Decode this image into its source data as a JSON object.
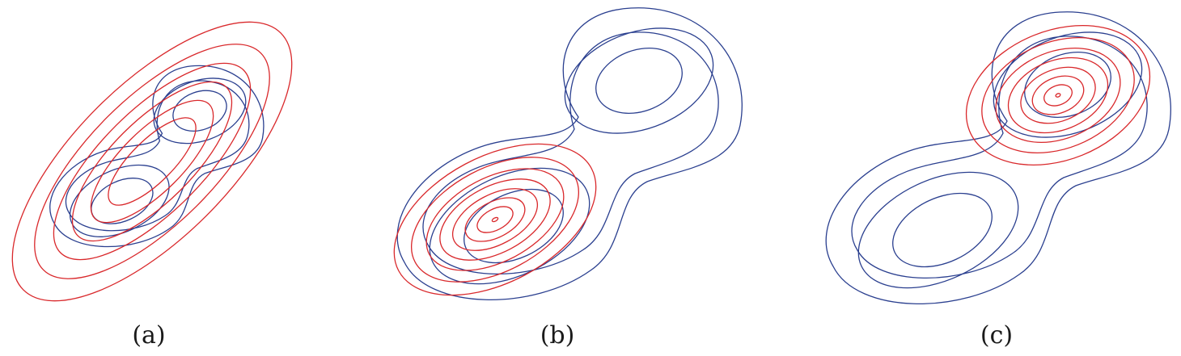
{
  "colors": {
    "mixture": "#2a3f8f",
    "fit": "#d9282b",
    "background": "#ffffff"
  },
  "panels": [
    {
      "label": "(a)",
      "fit_mode": "broad"
    },
    {
      "label": "(b)",
      "fit_mode": "lower-lobe"
    },
    {
      "label": "(c)",
      "fit_mode": "upper-lobe"
    }
  ]
}
